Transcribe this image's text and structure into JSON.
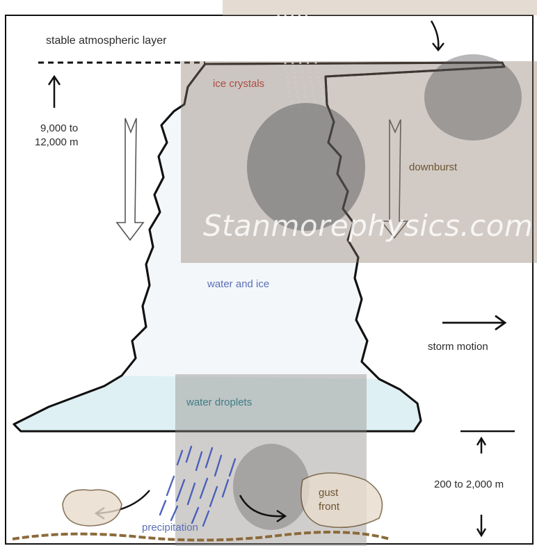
{
  "labels": {
    "stable_layer": "stable atmospheric layer",
    "height_top_line1": "9,000 to",
    "height_top_line2": "12,000 m",
    "ice_crystals": "ice crystals",
    "downburst": "downburst",
    "water_and_ice": "water and ice",
    "storm_motion": "storm motion",
    "water_droplets": "water droplets",
    "height_bottom": "200 to 2,000 m",
    "precipitation": "precipitation",
    "gust_line1": "gust",
    "gust_line2": "front"
  },
  "watermark": "Stanmorephysics.com",
  "colors": {
    "outline": "#111111",
    "label_dark": "#2b2b2b",
    "label_blue": "#5a6fb8",
    "label_teal": "#3f7d86",
    "label_red": "#b04a44",
    "rain": "#3d55b8",
    "cloud_base": "#d9eef1",
    "photo_overlay": "#a08a7a"
  }
}
